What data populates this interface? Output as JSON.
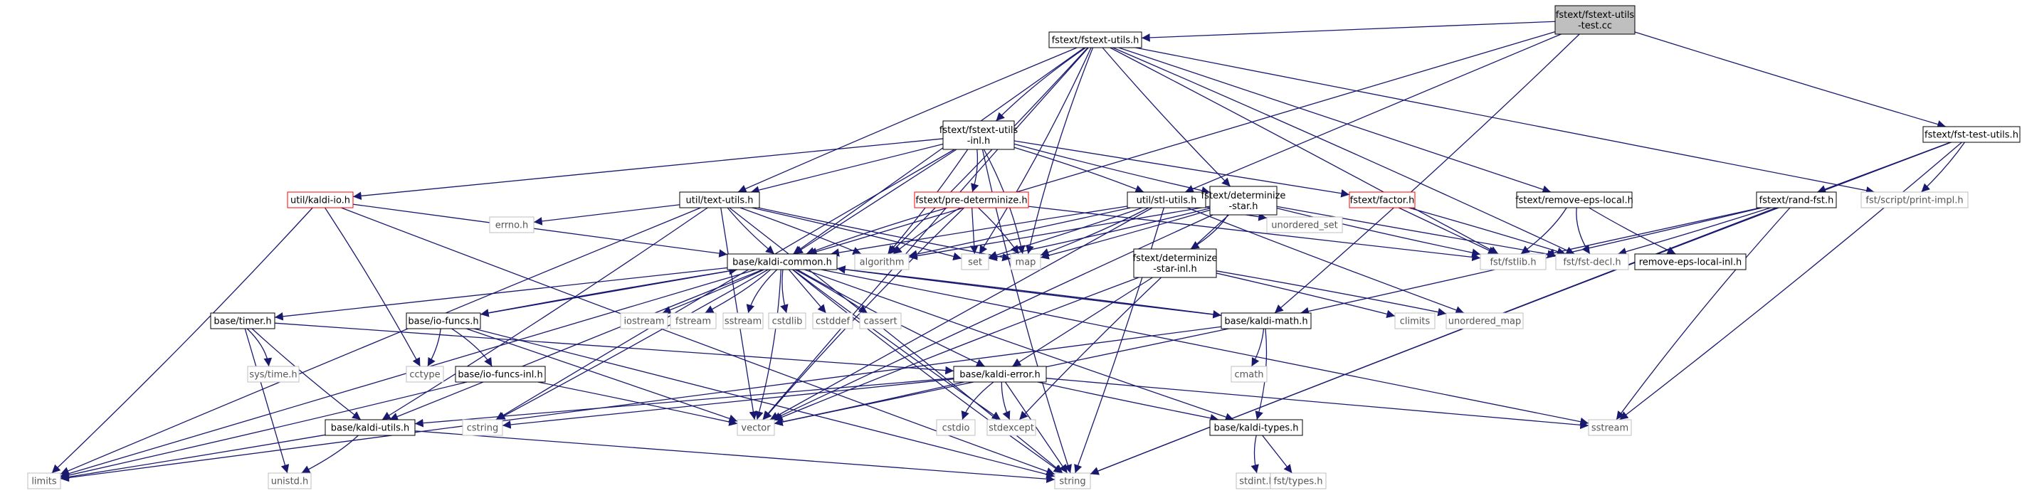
{
  "colors": {
    "edge": "#191970",
    "root_fill": "#bfbfbf",
    "red_border": "#ff0000",
    "black_border": "#000000",
    "gray_border": "#bfbfbf",
    "text_black": "#000000",
    "text_gray": "#555555"
  },
  "nodes": {
    "root": {
      "lines": [
        "fstext/fstext-utils",
        "-test.cc"
      ],
      "style": "root"
    },
    "fstext_utils_h": {
      "lines": [
        "fstext/fstext-utils.h"
      ],
      "style": "black"
    },
    "fst_test_utils_h": {
      "lines": [
        "fstext/fst-test-utils.h"
      ],
      "style": "black"
    },
    "fstext_utils_inl_h": {
      "lines": [
        "fstext/fstext-utils",
        "-inl.h"
      ],
      "style": "black"
    },
    "util_kaldi_io_h": {
      "lines": [
        "util/kaldi-io.h"
      ],
      "style": "red"
    },
    "util_text_utils_h": {
      "lines": [
        "util/text-utils.h"
      ],
      "style": "black"
    },
    "fstext_pre_determinize_h": {
      "lines": [
        "fstext/pre-determinize.h"
      ],
      "style": "red"
    },
    "util_stl_utils_h": {
      "lines": [
        "util/stl-utils.h"
      ],
      "style": "black"
    },
    "fstext_determinize_star_h": {
      "lines": [
        "fstext/determinize",
        "-star.h"
      ],
      "style": "black"
    },
    "fstext_factor_h": {
      "lines": [
        "fstext/factor.h"
      ],
      "style": "red"
    },
    "fstext_remove_eps_local_h": {
      "lines": [
        "fstext/remove-eps-local.h"
      ],
      "style": "black"
    },
    "fstext_rand_fst_h": {
      "lines": [
        "fstext/rand-fst.h"
      ],
      "style": "black"
    },
    "fst_script_print_impl_h": {
      "lines": [
        "fst/script/print-impl.h"
      ],
      "style": "gray"
    },
    "errno_h": {
      "lines": [
        "errno.h"
      ],
      "style": "gray"
    },
    "algorithm": {
      "lines": [
        "algorithm"
      ],
      "style": "gray"
    },
    "set": {
      "lines": [
        "set"
      ],
      "style": "gray"
    },
    "map": {
      "lines": [
        "map"
      ],
      "style": "gray"
    },
    "unordered_set": {
      "lines": [
        "unordered_set"
      ],
      "style": "gray"
    },
    "fst_fstlib_h": {
      "lines": [
        "fst/fstlib.h"
      ],
      "style": "gray"
    },
    "fst_fst_decl_h": {
      "lines": [
        "fst/fst-decl.h"
      ],
      "style": "gray"
    },
    "remove_eps_local_inl_h": {
      "lines": [
        "remove-eps-local-inl.h"
      ],
      "style": "black"
    },
    "base_kaldi_common_h": {
      "lines": [
        "base/kaldi-common.h"
      ],
      "style": "black"
    },
    "fstext_determinize_star_inl_h": {
      "lines": [
        "fstext/determinize",
        "-star-inl.h"
      ],
      "style": "black"
    },
    "base_timer_h": {
      "lines": [
        "base/timer.h"
      ],
      "style": "black"
    },
    "base_io_funcs_h": {
      "lines": [
        "base/io-funcs.h"
      ],
      "style": "black"
    },
    "iostream": {
      "lines": [
        "iostream"
      ],
      "style": "gray"
    },
    "fstream": {
      "lines": [
        "fstream"
      ],
      "style": "gray"
    },
    "sstream_top": {
      "lines": [
        "sstream"
      ],
      "style": "gray"
    },
    "cstdlib": {
      "lines": [
        "cstdlib"
      ],
      "style": "gray"
    },
    "cstddef": {
      "lines": [
        "cstddef"
      ],
      "style": "gray"
    },
    "cassert": {
      "lines": [
        "cassert"
      ],
      "style": "gray"
    },
    "base_kaldi_math_h": {
      "lines": [
        "base/kaldi-math.h"
      ],
      "style": "black"
    },
    "climits": {
      "lines": [
        "climits"
      ],
      "style": "gray"
    },
    "unordered_map": {
      "lines": [
        "unordered_map"
      ],
      "style": "gray"
    },
    "sys_time_h": {
      "lines": [
        "sys/time.h"
      ],
      "style": "gray"
    },
    "cctype": {
      "lines": [
        "cctype"
      ],
      "style": "gray"
    },
    "base_io_funcs_inl_h": {
      "lines": [
        "base/io-funcs-inl.h"
      ],
      "style": "black"
    },
    "base_kaldi_error_h": {
      "lines": [
        "base/kaldi-error.h"
      ],
      "style": "black"
    },
    "cmath": {
      "lines": [
        "cmath"
      ],
      "style": "gray"
    },
    "base_kaldi_utils_h": {
      "lines": [
        "base/kaldi-utils.h"
      ],
      "style": "black"
    },
    "cstring": {
      "lines": [
        "cstring"
      ],
      "style": "gray"
    },
    "vector": {
      "lines": [
        "vector"
      ],
      "style": "gray"
    },
    "cstdio": {
      "lines": [
        "cstdio"
      ],
      "style": "gray"
    },
    "stdexcept": {
      "lines": [
        "stdexcept"
      ],
      "style": "gray"
    },
    "base_kaldi_types_h": {
      "lines": [
        "base/kaldi-types.h"
      ],
      "style": "black"
    },
    "sstream": {
      "lines": [
        "sstream"
      ],
      "style": "gray"
    },
    "limits": {
      "lines": [
        "limits"
      ],
      "style": "gray"
    },
    "unistd_h": {
      "lines": [
        "unistd.h"
      ],
      "style": "gray"
    },
    "string": {
      "lines": [
        "string"
      ],
      "style": "gray"
    },
    "stdint_h": {
      "lines": [
        "stdint.h"
      ],
      "style": "gray"
    },
    "fst_types_h": {
      "lines": [
        "fst/types.h"
      ],
      "style": "gray"
    }
  },
  "edges": [
    [
      "root",
      "fstext_utils_h"
    ],
    [
      "root",
      "fst_test_utils_h"
    ],
    [
      "root",
      "util_stl_utils_h"
    ],
    [
      "root",
      "base_kaldi_common_h"
    ],
    [
      "root",
      "base_kaldi_math_h"
    ],
    [
      "fstext_utils_h",
      "fstext_utils_inl_h"
    ],
    [
      "fstext_utils_h",
      "util_text_utils_h"
    ],
    [
      "fstext_utils_h",
      "base_kaldi_common_h"
    ],
    [
      "fstext_utils_h",
      "algorithm"
    ],
    [
      "fstext_utils_h",
      "set"
    ],
    [
      "fstext_utils_h",
      "map"
    ],
    [
      "fstext_utils_h",
      "fstext_determinize_star_h"
    ],
    [
      "fstext_utils_h",
      "fstext_remove_eps_local_h"
    ],
    [
      "fstext_utils_h",
      "fst_fstlib_h"
    ],
    [
      "fstext_utils_h",
      "fst_fst_decl_h"
    ],
    [
      "fstext_utils_h",
      "fst_script_print_impl_h"
    ],
    [
      "fstext_utils_h",
      "vector"
    ],
    [
      "fst_test_utils_h",
      "fstext_rand_fst_h"
    ],
    [
      "fst_test_utils_h",
      "fst_script_print_impl_h"
    ],
    [
      "fst_test_utils_h",
      "sstream"
    ],
    [
      "fst_test_utils_h",
      "string"
    ],
    [
      "fstext_utils_inl_h",
      "util_kaldi_io_h"
    ],
    [
      "fstext_utils_inl_h",
      "util_text_utils_h"
    ],
    [
      "fstext_utils_inl_h",
      "fstext_pre_determinize_h"
    ],
    [
      "fstext_utils_inl_h",
      "util_stl_utils_h"
    ],
    [
      "fstext_utils_inl_h",
      "fstext_determinize_star_h"
    ],
    [
      "fstext_utils_inl_h",
      "fstext_factor_h"
    ],
    [
      "fstext_utils_inl_h",
      "base_kaldi_common_h"
    ],
    [
      "fstext_utils_inl_h",
      "algorithm"
    ],
    [
      "fstext_utils_inl_h",
      "map"
    ],
    [
      "fstext_utils_inl_h",
      "string"
    ],
    [
      "fstext_utils_inl_h",
      "cstring"
    ],
    [
      "util_kaldi_io_h",
      "base_kaldi_common_h"
    ],
    [
      "util_kaldi_io_h",
      "cctype"
    ],
    [
      "util_kaldi_io_h",
      "limits"
    ],
    [
      "util_kaldi_io_h",
      "string"
    ],
    [
      "util_text_utils_h",
      "base_kaldi_common_h"
    ],
    [
      "util_text_utils_h",
      "errno_h"
    ],
    [
      "util_text_utils_h",
      "algorithm"
    ],
    [
      "util_text_utils_h",
      "set"
    ],
    [
      "util_text_utils_h",
      "map"
    ],
    [
      "util_text_utils_h",
      "limits"
    ],
    [
      "util_text_utils_h",
      "vector"
    ],
    [
      "util_text_utils_h",
      "string"
    ],
    [
      "util_text_utils_h",
      "base_kaldi_utils_h"
    ],
    [
      "fstext_pre_determinize_h",
      "base_kaldi_common_h"
    ],
    [
      "fstext_pre_determinize_h",
      "algorithm"
    ],
    [
      "fstext_pre_determinize_h",
      "set"
    ],
    [
      "fstext_pre_determinize_h",
      "map"
    ],
    [
      "fstext_pre_determinize_h",
      "fst_fstlib_h"
    ],
    [
      "fstext_pre_determinize_h",
      "vector"
    ],
    [
      "util_stl_utils_h",
      "base_kaldi_common_h"
    ],
    [
      "util_stl_utils_h",
      "algorithm"
    ],
    [
      "util_stl_utils_h",
      "set"
    ],
    [
      "util_stl_utils_h",
      "map"
    ],
    [
      "util_stl_utils_h",
      "unordered_set"
    ],
    [
      "util_stl_utils_h",
      "unordered_map"
    ],
    [
      "util_stl_utils_h",
      "vector"
    ],
    [
      "util_stl_utils_h",
      "string"
    ],
    [
      "fstext_determinize_star_h",
      "fstext_determinize_star_inl_h"
    ],
    [
      "fstext_determinize_star_h",
      "fst_fstlib_h"
    ],
    [
      "fstext_determinize_star_h",
      "fst_fst_decl_h"
    ],
    [
      "fstext_determinize_star_h",
      "algorithm"
    ],
    [
      "fstext_determinize_star_h",
      "map"
    ],
    [
      "fstext_determinize_star_h",
      "set"
    ],
    [
      "fstext_determinize_star_h",
      "stdexcept"
    ],
    [
      "fstext_determinize_star_h",
      "vector"
    ],
    [
      "fstext_factor_h",
      "fst_fstlib_h"
    ],
    [
      "fstext_factor_h",
      "fst_fst_decl_h"
    ],
    [
      "fstext_remove_eps_local_h",
      "fst_fstlib_h"
    ],
    [
      "fstext_remove_eps_local_h",
      "fst_fst_decl_h"
    ],
    [
      "fstext_remove_eps_local_h",
      "remove_eps_local_inl_h"
    ],
    [
      "fstext_rand_fst_h",
      "fst_fstlib_h"
    ],
    [
      "fstext_rand_fst_h",
      "fst_fst_decl_h"
    ],
    [
      "fstext_rand_fst_h",
      "base_kaldi_math_h"
    ],
    [
      "fstext_rand_fst_h",
      "sstream"
    ],
    [
      "fstext_rand_fst_h",
      "string"
    ],
    [
      "fstext_determinize_star_inl_h",
      "base_kaldi_error_h"
    ],
    [
      "fstext_determinize_star_inl_h",
      "climits"
    ],
    [
      "fstext_determinize_star_inl_h",
      "unordered_map"
    ],
    [
      "fstext_determinize_star_inl_h",
      "vector"
    ],
    [
      "base_kaldi_common_h",
      "base_timer_h"
    ],
    [
      "base_kaldi_common_h",
      "base_io_funcs_h"
    ],
    [
      "base_kaldi_common_h",
      "iostream"
    ],
    [
      "base_kaldi_common_h",
      "fstream"
    ],
    [
      "base_kaldi_common_h",
      "sstream_top"
    ],
    [
      "base_kaldi_common_h",
      "cstdlib"
    ],
    [
      "base_kaldi_common_h",
      "cstddef"
    ],
    [
      "base_kaldi_common_h",
      "cassert"
    ],
    [
      "base_kaldi_common_h",
      "base_kaldi_math_h"
    ],
    [
      "base_kaldi_common_h",
      "base_kaldi_error_h"
    ],
    [
      "base_kaldi_common_h",
      "base_kaldi_types_h"
    ],
    [
      "base_kaldi_common_h",
      "base_kaldi_utils_h"
    ],
    [
      "base_kaldi_common_h",
      "cstring"
    ],
    [
      "base_kaldi_common_h",
      "vector"
    ],
    [
      "base_kaldi_common_h",
      "string"
    ],
    [
      "base_kaldi_common_h",
      "stdexcept"
    ],
    [
      "base_kaldi_common_h",
      "limits"
    ],
    [
      "base_kaldi_common_h",
      "sstream"
    ],
    [
      "base_timer_h",
      "sys_time_h"
    ],
    [
      "base_timer_h",
      "base_kaldi_error_h"
    ],
    [
      "base_timer_h",
      "base_kaldi_utils_h"
    ],
    [
      "base_timer_h",
      "unistd_h"
    ],
    [
      "base_io_funcs_h",
      "cctype"
    ],
    [
      "base_io_funcs_h",
      "base_io_funcs_inl_h"
    ],
    [
      "base_io_funcs_h",
      "base_kaldi_common_h"
    ],
    [
      "base_io_funcs_h",
      "string"
    ],
    [
      "base_io_funcs_h",
      "vector"
    ],
    [
      "base_kaldi_math_h",
      "cmath"
    ],
    [
      "base_kaldi_math_h",
      "base_kaldi_types_h"
    ],
    [
      "base_kaldi_math_h",
      "base_kaldi_common_h"
    ],
    [
      "base_kaldi_math_h",
      "limits"
    ],
    [
      "base_kaldi_math_h",
      "vector"
    ],
    [
      "base_io_funcs_inl_h",
      "vector"
    ],
    [
      "base_io_funcs_inl_h",
      "limits"
    ],
    [
      "base_kaldi_error_h",
      "cstdio"
    ],
    [
      "base_kaldi_error_h",
      "stdexcept"
    ],
    [
      "base_kaldi_error_h",
      "string"
    ],
    [
      "base_kaldi_error_h",
      "vector"
    ],
    [
      "base_kaldi_error_h",
      "sstream"
    ],
    [
      "base_kaldi_error_h",
      "cstring"
    ],
    [
      "base_kaldi_error_h",
      "base_kaldi_types_h"
    ],
    [
      "base_kaldi_error_h",
      "base_kaldi_utils_h"
    ],
    [
      "base_kaldi_utils_h",
      "limits"
    ],
    [
      "base_kaldi_utils_h",
      "unistd_h"
    ],
    [
      "base_kaldi_utils_h",
      "string"
    ],
    [
      "base_kaldi_types_h",
      "stdint_h"
    ],
    [
      "base_kaldi_types_h",
      "fst_types_h"
    ]
  ]
}
